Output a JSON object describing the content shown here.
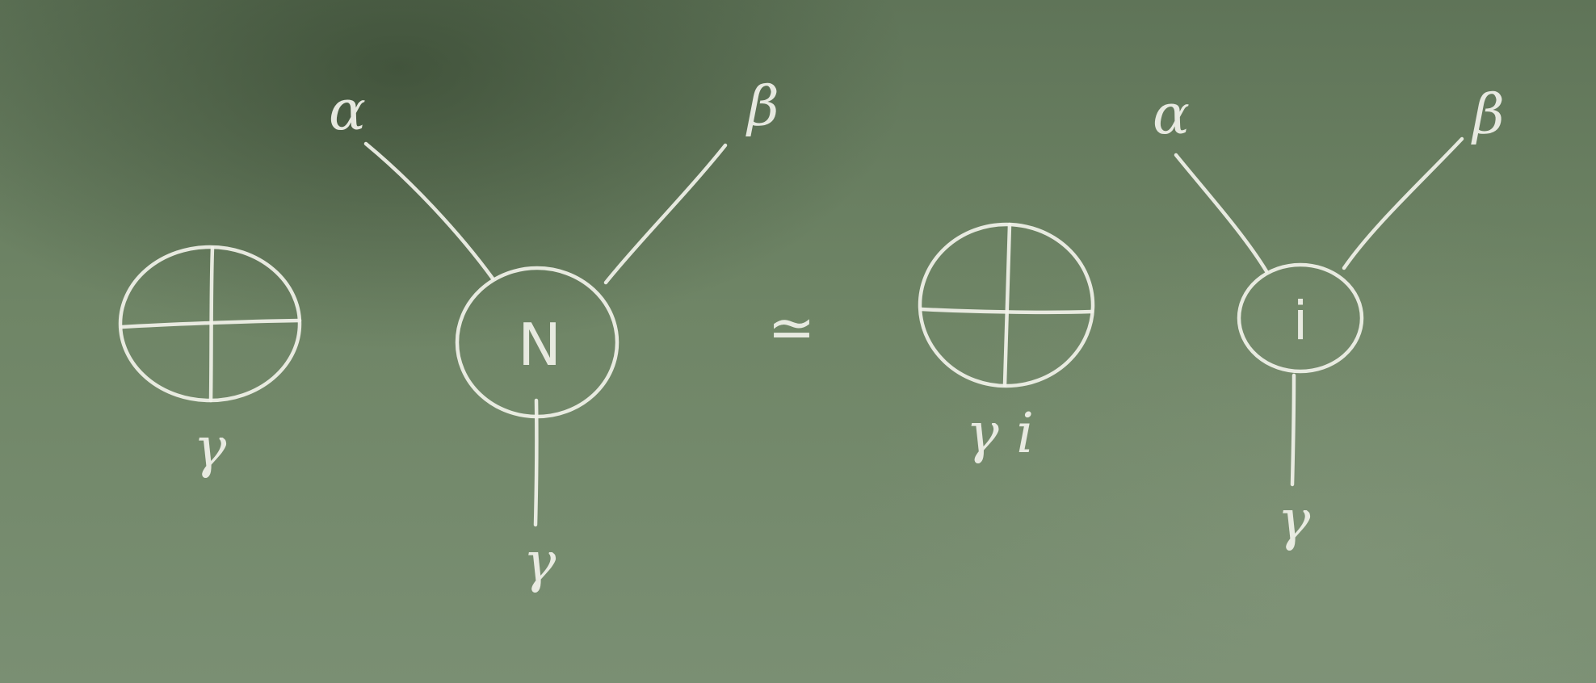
{
  "diagram": {
    "lhs": {
      "factor_label": "γ",
      "node_label": "N",
      "edge_top_left_label": "α",
      "edge_top_right_label": "β",
      "edge_bottom_label": "γ"
    },
    "relation": "≃",
    "rhs": {
      "factor_label": "γ i",
      "node_label": "i",
      "edge_top_left_label": "α",
      "edge_top_right_label": "β",
      "edge_bottom_label": "γ"
    }
  }
}
